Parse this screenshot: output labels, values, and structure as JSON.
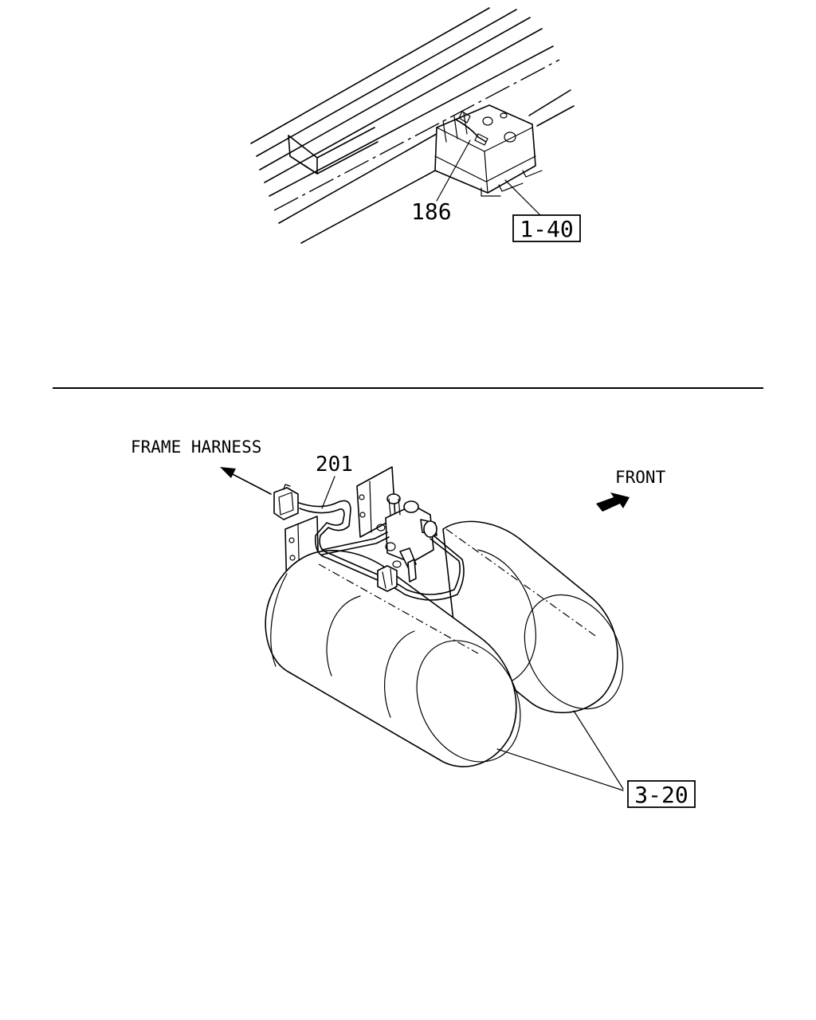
{
  "top_view": {
    "callout_part": "186",
    "callout_ref": "1-40"
  },
  "bottom_view": {
    "harness_label": "FRAME HARNESS",
    "callout_part": "201",
    "direction_label": "FRONT",
    "callout_ref": "3-20"
  }
}
